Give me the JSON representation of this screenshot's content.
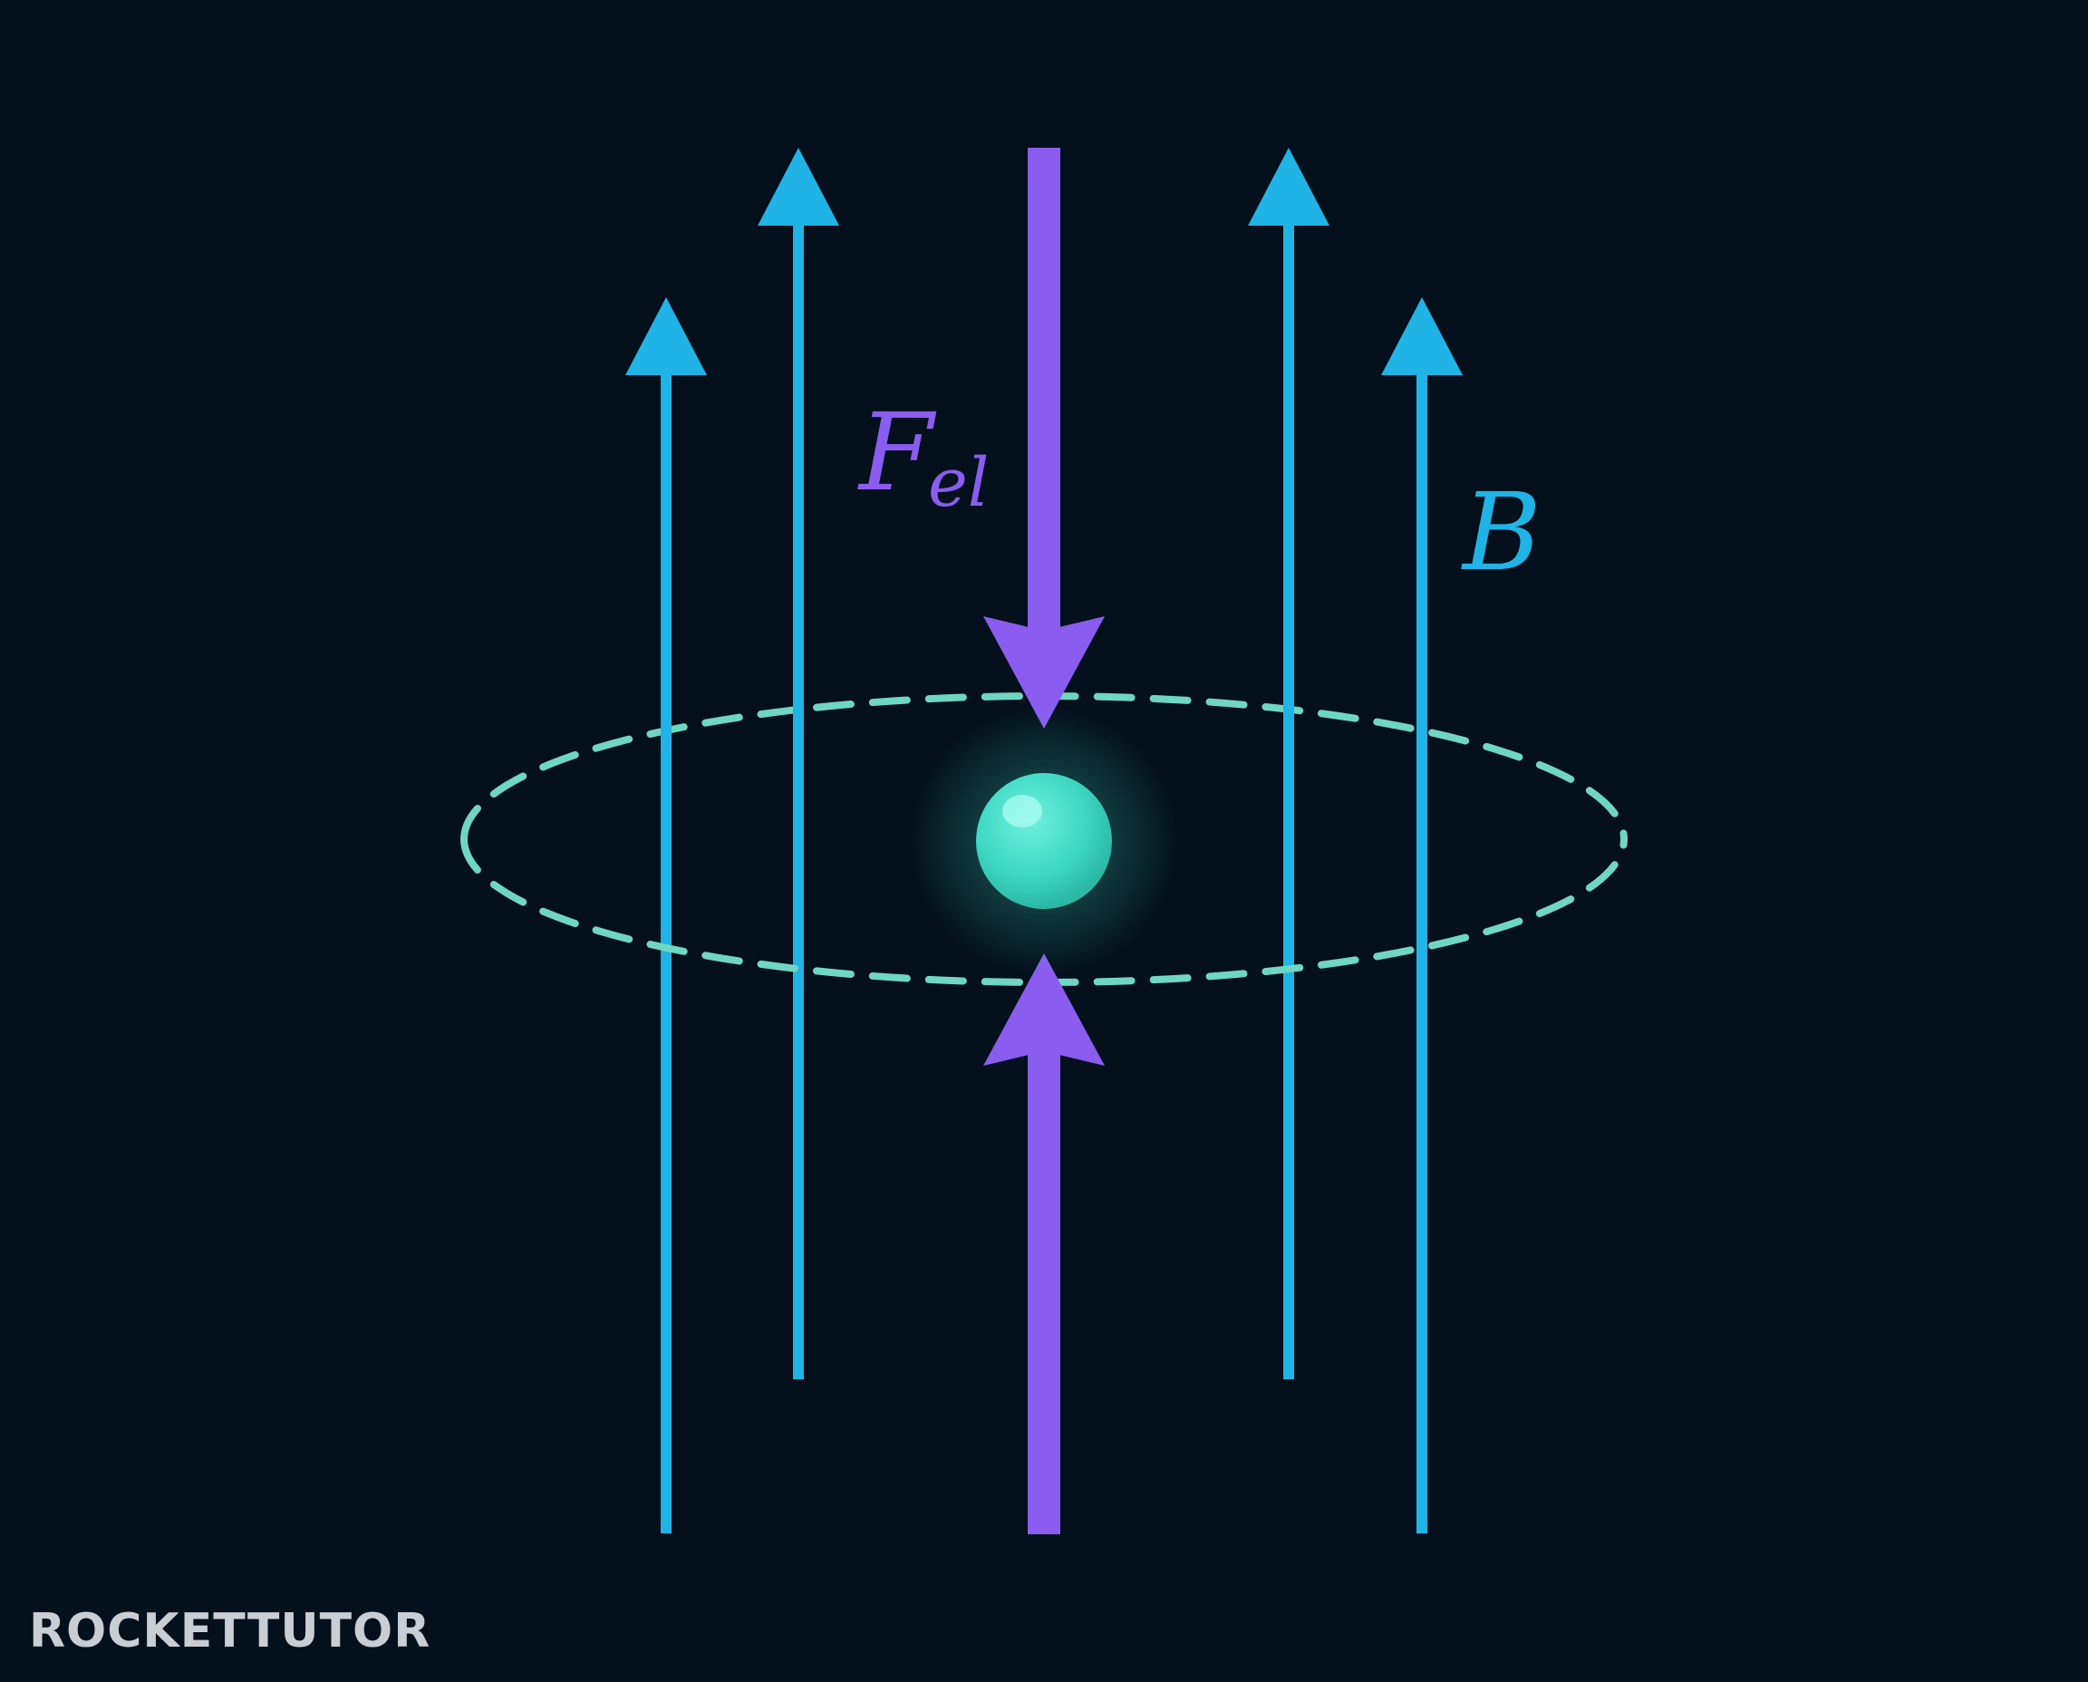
{
  "labels": {
    "force_main": "F",
    "force_sub": "el",
    "field": "B"
  },
  "branding": {
    "logo": "ROCKETTUTOR"
  },
  "colors": {
    "background": "#04101b",
    "field_lines": "#1fb3e6",
    "force": "#8a5cf0",
    "particle": "#3fe0c8",
    "orbit": "#6fd6c4",
    "logo": "#c9ced4"
  },
  "icons": {
    "particle": "glowing-sphere",
    "field_arrow": "arrow-up",
    "force_arrow": "arrow-down-and-up"
  }
}
